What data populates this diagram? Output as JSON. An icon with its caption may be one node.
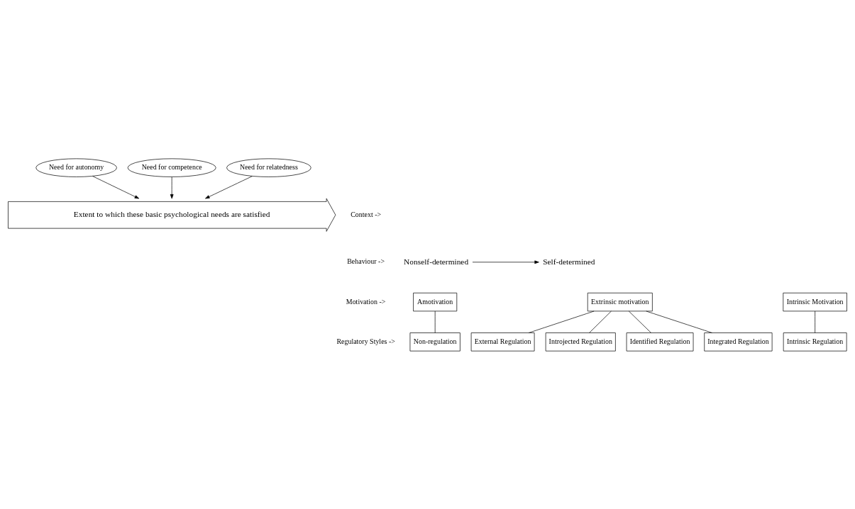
{
  "diagram": {
    "nodes": [
      {
        "text": [
          "Need for autonomy"
        ]
      },
      {
        "text": [
          "Need for competence"
        ]
      },
      {
        "text": [
          "Need for relatedness"
        ]
      },
      {
        "text": [
          "Extent to which these basic psychological needs are satisfied"
        ]
      },
      {
        "text": [
          "Nonself-determined"
        ]
      },
      {
        "text": [
          "Self-determined"
        ]
      },
      {
        "text": [
          "Amotivation"
        ]
      },
      {
        "text": [
          "Non-regulation"
        ]
      },
      {
        "text": [
          "Extrinsic motivation"
        ]
      },
      {
        "text": [
          "External Regulation"
        ]
      },
      {
        "text": [
          "Introjected Regulation"
        ]
      },
      {
        "text": [
          "Identified Regulation"
        ]
      },
      {
        "text": [
          "Integrated Regulation"
        ]
      },
      {
        "text": [
          "Intrinsic Motivation"
        ]
      },
      {
        "text": [
          "Intrinsic Regulation"
        ]
      }
    ],
    "edges": [
      {
        "from": 0,
        "to": 3,
        "arrow": "to"
      },
      {
        "from": 1,
        "to": 3,
        "arrow": "to"
      },
      {
        "from": 2,
        "to": 3,
        "arrow": "to"
      },
      {
        "from": 4,
        "to": 5,
        "arrow": "to"
      },
      {
        "from": 6,
        "to": 7,
        "arrow": "none"
      },
      {
        "from": 8,
        "to": 9,
        "arrow": "none"
      },
      {
        "from": 8,
        "to": 10,
        "arrow": "none"
      },
      {
        "from": 8,
        "to": 11,
        "arrow": "none"
      },
      {
        "from": 8,
        "to": 12,
        "arrow": "none"
      },
      {
        "from": 13,
        "to": 14,
        "arrow": "none"
      }
    ],
    "labels": [
      "Context ->",
      "Behaviour ->",
      "Motivation ->",
      "Regulatory Styles ->"
    ]
  }
}
